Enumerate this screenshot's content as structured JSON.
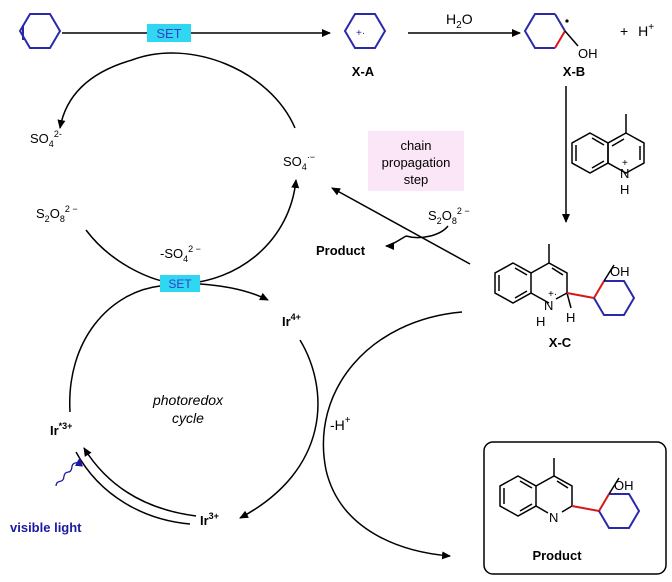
{
  "species": {
    "set_top": "SET",
    "set_mid": "SET",
    "h2o": "H2O",
    "plus_h": "+ H+",
    "xa": "X-A",
    "xb": "X-B",
    "xc": "X-C",
    "oh_b": "OH",
    "oh_c": "OH",
    "oh_p": "OH",
    "so4_left": "SO4 2-",
    "so4_radical": "SO4 ·−",
    "s2o8_left": "S2O8 2−",
    "s2o8_right": "S2O8 2−",
    "minus_so4": "-SO4 2−",
    "product_chain": "Product",
    "ir4": "Ir4+",
    "ir3": "Ir3+",
    "ir_excited": "Ir*3+",
    "minus_h": "-H+",
    "visible_light": "visible light",
    "photoredox_1": "photoredox",
    "photoredox_2": "cycle",
    "chain_1": "chain",
    "chain_2": "propagation",
    "chain_3": "step",
    "product_box": "Product",
    "nh_quin": "N",
    "h_quin": "H",
    "nh_c": "N",
    "h_c_n": "H",
    "h_c": "H",
    "n_prod": "N",
    "rad_plus": "+·",
    "cation_plus": "+",
    "cation_plus2": "+·"
  },
  "colors": {
    "set_box": "#2fd8f0",
    "set_text": "#3a3ac8",
    "chain_box": "#fbe6f7",
    "blue_bond": "#2a2aa8",
    "red_bond": "#d81818",
    "visible_light": "#1a1aa0"
  }
}
